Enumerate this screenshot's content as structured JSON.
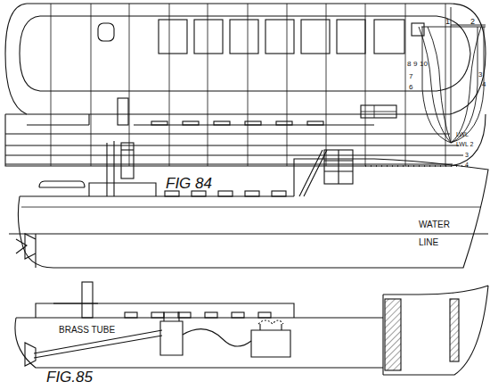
{
  "diagram": {
    "labels": [
      "LWL",
      "LWL 2",
      "3",
      "4",
      "1",
      "2",
      "8",
      "9",
      "10",
      "7",
      "6",
      "3",
      "4",
      "FIG 84",
      "WATER",
      "LINE",
      "BRASS TUBE",
      "FIG.85"
    ]
  }
}
